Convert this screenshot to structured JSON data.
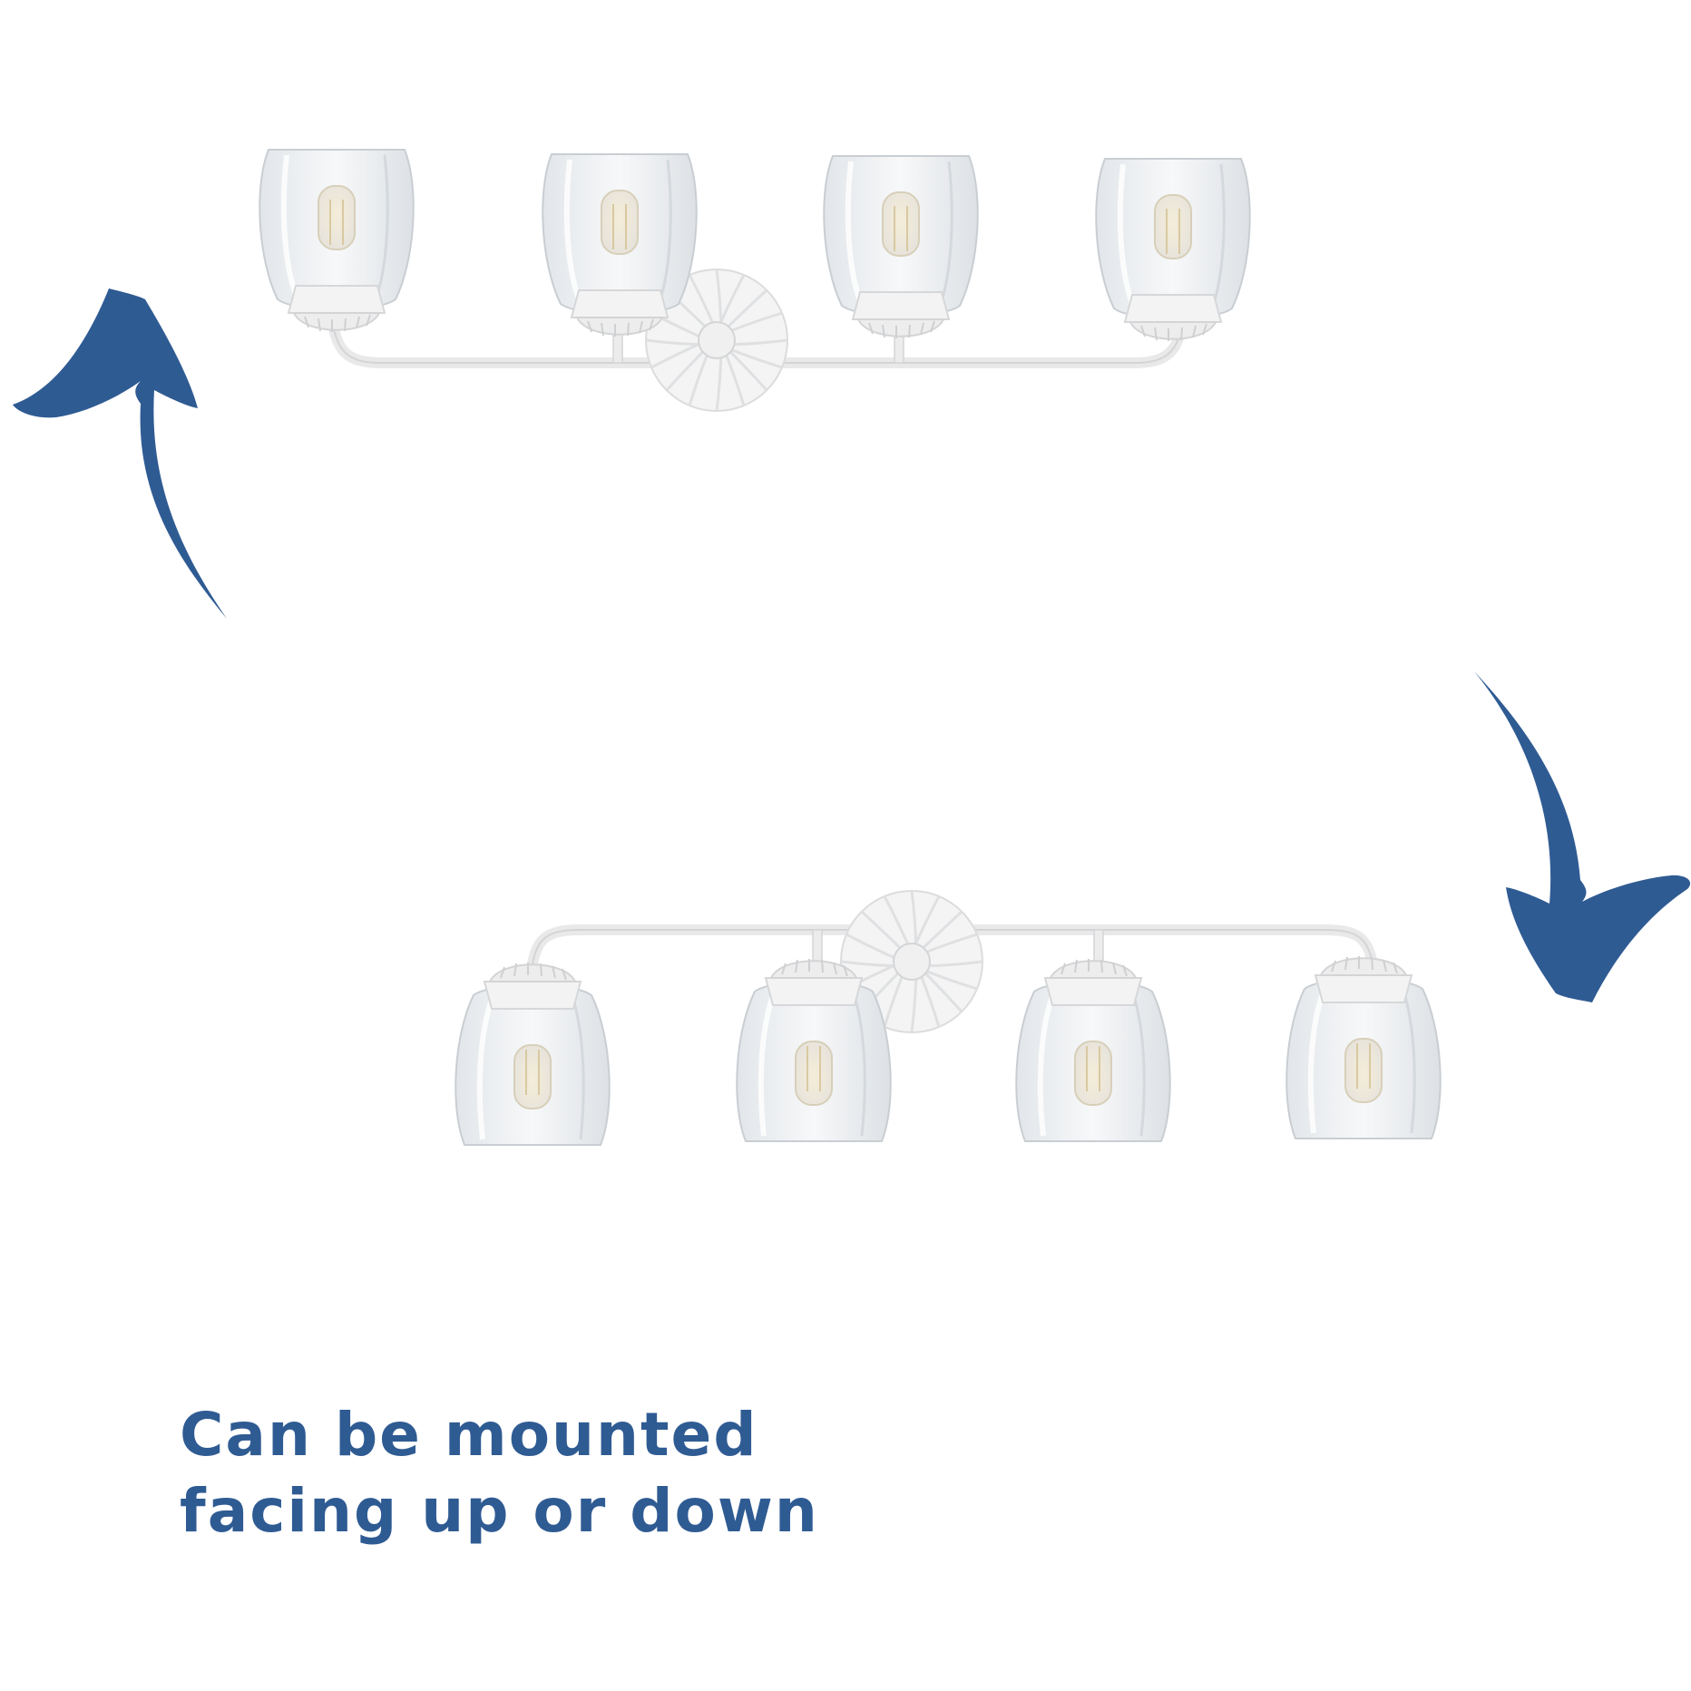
{
  "caption": {
    "line1": "Can be mounted",
    "line2": "facing up or down"
  },
  "colors": {
    "arrow": "#2f5b93",
    "caption": "#2f5b93",
    "fixture_white": "#f2f2f2",
    "fixture_edge": "#d9dadc",
    "glass": "#e9ecef",
    "glass_edge": "#c7ccd1",
    "bulb_glow": "#efe6cf",
    "background": "#ffffff"
  },
  "icons": {
    "rotate_up": "curved-arrow-up-icon",
    "rotate_down": "curved-arrow-down-icon"
  },
  "fixtures": {
    "upward": {
      "orientation": "up",
      "shade_count": 4
    },
    "downward": {
      "orientation": "down",
      "shade_count": 4
    }
  }
}
